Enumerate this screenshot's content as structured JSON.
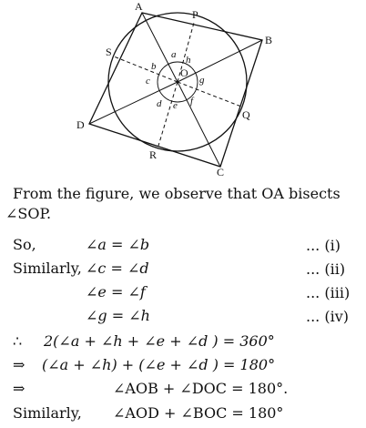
{
  "figure": {
    "vertices": {
      "A": "A",
      "B": "B",
      "C": "C",
      "D": "D"
    },
    "tangent_points": {
      "P": "P",
      "Q": "Q",
      "R": "R",
      "S": "S"
    },
    "center": "O",
    "angles": {
      "a": "a",
      "b": "b",
      "c": "c",
      "d": "d",
      "e": "e",
      "f": "f",
      "g": "g",
      "h": "h"
    }
  },
  "text": {
    "intro_1": "From the figure, we observe that OA bisects",
    "intro_2": "∠SOP.",
    "so": "So,",
    "eq1": "∠a = ∠b",
    "ref1": "... (i)",
    "similarly1": "Similarly,",
    "eq2": "∠c = ∠d",
    "ref2": "... (ii)",
    "eq3": "∠e = ∠f",
    "ref3": "... (iii)",
    "eq4": "∠g = ∠h",
    "ref4": "... (iv)",
    "therefore": "∴",
    "line5": "2(∠a + ∠h + ∠e + ∠d ) = 360°",
    "implies1": "⇒",
    "line6": "(∠a + ∠h) + (∠e + ∠d ) = 180°",
    "implies2": "⇒",
    "line7": "∠AOB + ∠DOC = 180°.",
    "similarly2": "Similarly,",
    "line8": "∠AOD + ∠BOC = 180°"
  }
}
